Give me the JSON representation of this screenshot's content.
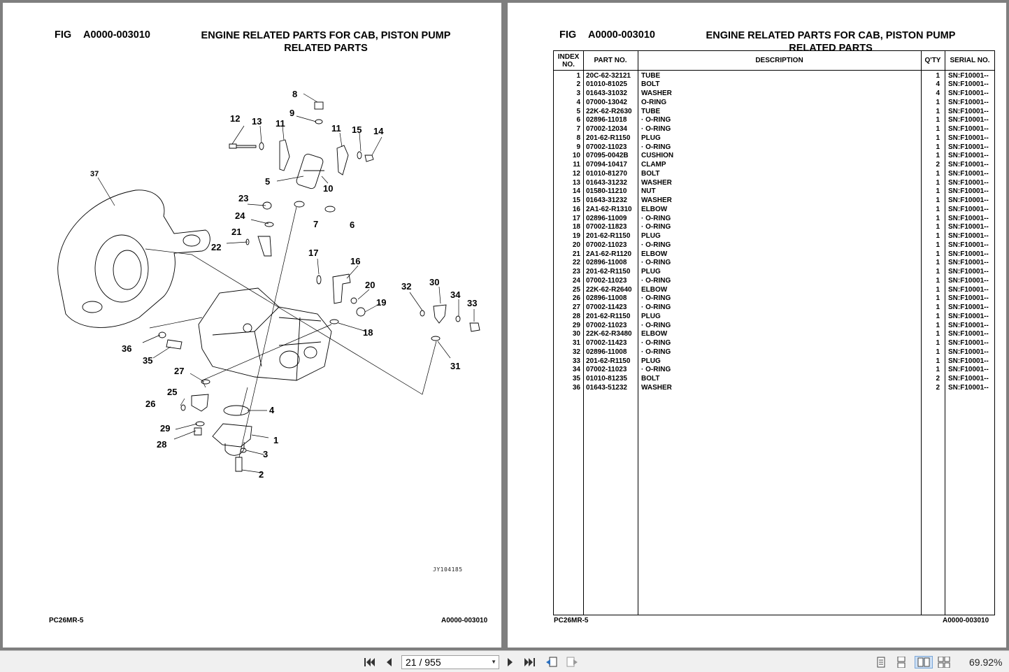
{
  "document": {
    "fig_prefix": "FIG",
    "fig_number": "A0000-003010",
    "title_line1": "ENGINE RELATED PARTS FOR CAB, PISTON PUMP",
    "title_line2": "RELATED PARTS",
    "model": "PC26MR-5",
    "footer_code": "A0000-003010",
    "drawing_code": "JY104185"
  },
  "diagram": {
    "callouts": [
      "1",
      "2",
      "3",
      "4",
      "5",
      "6",
      "7",
      "8",
      "9",
      "10",
      "11",
      "11",
      "12",
      "13",
      "14",
      "15",
      "16",
      "17",
      "18",
      "19",
      "20",
      "21",
      "22",
      "23",
      "24",
      "25",
      "26",
      "27",
      "28",
      "29",
      "30",
      "31",
      "32",
      "33",
      "34",
      "35",
      "36",
      "37"
    ]
  },
  "table": {
    "headers": {
      "index_line1": "INDEX",
      "index_line2": "NO.",
      "part_no": "PART NO.",
      "description": "DESCRIPTION",
      "qty": "Q'TY",
      "serial_no": "SERIAL NO."
    },
    "rows": [
      {
        "idx": "1",
        "part": "20C-62-32121",
        "desc": "TUBE",
        "qty": "1",
        "sn": "SN:F10001--"
      },
      {
        "idx": "2",
        "part": "01010-81025",
        "desc": "BOLT",
        "qty": "4",
        "sn": "SN:F10001--"
      },
      {
        "idx": "3",
        "part": "01643-31032",
        "desc": "WASHER",
        "qty": "4",
        "sn": "SN:F10001--"
      },
      {
        "idx": "4",
        "part": "07000-13042",
        "desc": "O-RING",
        "qty": "1",
        "sn": "SN:F10001--"
      },
      {
        "idx": "5",
        "part": "22K-62-R2630",
        "desc": "TUBE",
        "qty": "1",
        "sn": "SN:F10001--"
      },
      {
        "idx": "6",
        "part": "02896-11018",
        "desc": "· O-RING",
        "qty": "1",
        "sn": "SN:F10001--"
      },
      {
        "idx": "7",
        "part": "07002-12034",
        "desc": "· O-RING",
        "qty": "1",
        "sn": "SN:F10001--"
      },
      {
        "idx": "8",
        "part": "201-62-R1150",
        "desc": "PLUG",
        "qty": "1",
        "sn": "SN:F10001--"
      },
      {
        "idx": "9",
        "part": "07002-11023",
        "desc": "· O-RING",
        "qty": "1",
        "sn": "SN:F10001--"
      },
      {
        "idx": "10",
        "part": "07095-0042B",
        "desc": "CUSHION",
        "qty": "1",
        "sn": "SN:F10001--"
      },
      {
        "idx": "11",
        "part": "07094-10417",
        "desc": "CLAMP",
        "qty": "2",
        "sn": "SN:F10001--"
      },
      {
        "idx": "12",
        "part": "01010-81270",
        "desc": "BOLT",
        "qty": "1",
        "sn": "SN:F10001--"
      },
      {
        "idx": "13",
        "part": "01643-31232",
        "desc": "WASHER",
        "qty": "1",
        "sn": "SN:F10001--"
      },
      {
        "idx": "14",
        "part": "01580-11210",
        "desc": "NUT",
        "qty": "1",
        "sn": "SN:F10001--"
      },
      {
        "idx": "15",
        "part": "01643-31232",
        "desc": "WASHER",
        "qty": "1",
        "sn": "SN:F10001--"
      },
      {
        "idx": "16",
        "part": "2A1-62-R1310",
        "desc": "ELBOW",
        "qty": "1",
        "sn": "SN:F10001--"
      },
      {
        "idx": "17",
        "part": "02896-11009",
        "desc": "· O-RING",
        "qty": "1",
        "sn": "SN:F10001--"
      },
      {
        "idx": "18",
        "part": "07002-11823",
        "desc": "· O-RING",
        "qty": "1",
        "sn": "SN:F10001--"
      },
      {
        "idx": "19",
        "part": "201-62-R1150",
        "desc": "PLUG",
        "qty": "1",
        "sn": "SN:F10001--"
      },
      {
        "idx": "20",
        "part": "07002-11023",
        "desc": "· O-RING",
        "qty": "1",
        "sn": "SN:F10001--"
      },
      {
        "idx": "21",
        "part": "2A1-62-R1120",
        "desc": "ELBOW",
        "qty": "1",
        "sn": "SN:F10001--"
      },
      {
        "idx": "22",
        "part": "02896-11008",
        "desc": "· O-RING",
        "qty": "1",
        "sn": "SN:F10001--"
      },
      {
        "idx": "23",
        "part": "201-62-R1150",
        "desc": "PLUG",
        "qty": "1",
        "sn": "SN:F10001--"
      },
      {
        "idx": "24",
        "part": "07002-11023",
        "desc": "· O-RING",
        "qty": "1",
        "sn": "SN:F10001--"
      },
      {
        "idx": "25",
        "part": "22K-62-R2640",
        "desc": "ELBOW",
        "qty": "1",
        "sn": "SN:F10001--"
      },
      {
        "idx": "26",
        "part": "02896-11008",
        "desc": "· O-RING",
        "qty": "1",
        "sn": "SN:F10001--"
      },
      {
        "idx": "27",
        "part": "07002-11423",
        "desc": "· O-RING",
        "qty": "1",
        "sn": "SN:F10001--"
      },
      {
        "idx": "28",
        "part": "201-62-R1150",
        "desc": "PLUG",
        "qty": "1",
        "sn": "SN:F10001--"
      },
      {
        "idx": "29",
        "part": "07002-11023",
        "desc": "· O-RING",
        "qty": "1",
        "sn": "SN:F10001--"
      },
      {
        "idx": "30",
        "part": "22K-62-R3480",
        "desc": "ELBOW",
        "qty": "1",
        "sn": "SN:F10001--"
      },
      {
        "idx": "31",
        "part": "07002-11423",
        "desc": "· O-RING",
        "qty": "1",
        "sn": "SN:F10001--"
      },
      {
        "idx": "32",
        "part": "02896-11008",
        "desc": "· O-RING",
        "qty": "1",
        "sn": "SN:F10001--"
      },
      {
        "idx": "33",
        "part": "201-62-R1150",
        "desc": "PLUG",
        "qty": "1",
        "sn": "SN:F10001--"
      },
      {
        "idx": "34",
        "part": "07002-11023",
        "desc": "· O-RING",
        "qty": "1",
        "sn": "SN:F10001--"
      },
      {
        "idx": "35",
        "part": "01010-81235",
        "desc": "BOLT",
        "qty": "2",
        "sn": "SN:F10001--"
      },
      {
        "idx": "36",
        "part": "01643-51232",
        "desc": "WASHER",
        "qty": "2",
        "sn": "SN:F10001--"
      }
    ]
  },
  "viewer": {
    "page_display": "21 / 955",
    "zoom": "69.92%",
    "icons": [
      "first-page-icon",
      "prev-page-icon",
      "next-page-icon",
      "last-page-icon",
      "previous-view-icon",
      "next-view-icon",
      "single-page-icon",
      "continuous-icon",
      "facing-icon",
      "continuous-facing-icon"
    ],
    "colors": {
      "background": "#7f7f7f",
      "toolbar": "#f0f0f0",
      "page": "#ffffff"
    }
  }
}
